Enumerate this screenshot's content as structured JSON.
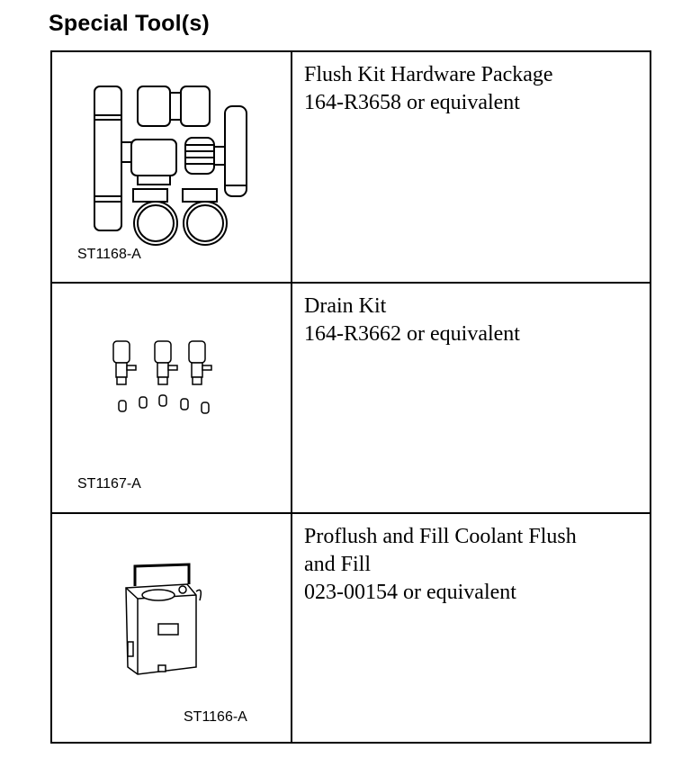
{
  "heading": "Special Tool(s)",
  "tools": [
    {
      "code": "ST1168-A",
      "name": "Flush Kit Hardware Package",
      "part": "164-R3658 or equivalent",
      "icon": "flush-kit-hardware-icon"
    },
    {
      "code": "ST1167-A",
      "name": "Drain Kit",
      "part": "164-R3662 or equivalent",
      "icon": "drain-kit-icon"
    },
    {
      "code": "ST1166-A",
      "name_line1": "Proflush and Fill Coolant Flush",
      "name_line2": "and Fill",
      "part": "023-00154 or equivalent",
      "icon": "coolant-flush-machine-icon"
    }
  ]
}
